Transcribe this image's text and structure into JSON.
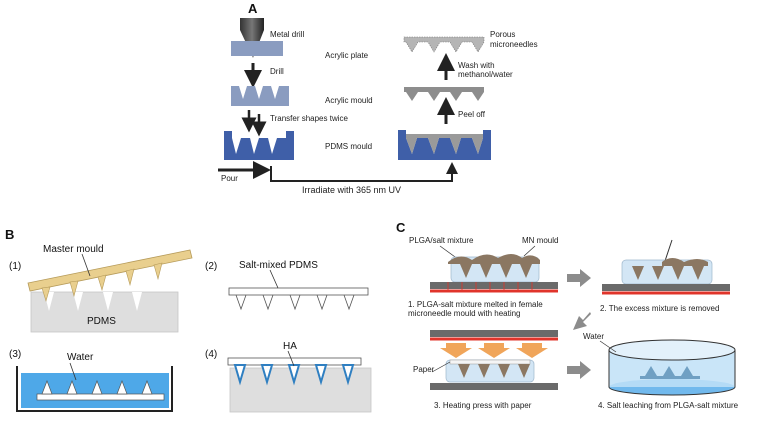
{
  "panel_a": {
    "letter": "A",
    "metal_drill": "Metal drill",
    "acrylic_plate": "Acrylic plate",
    "drill": "Drill",
    "acrylic_mould": "Acrylic mould",
    "transfer": "Transfer shapes twice",
    "pdms_mould": "PDMS mould",
    "pour": "Pour",
    "irradiate": "Irradiate with 365 nm UV",
    "peel_off": "Peel off",
    "wash_line1": "Wash with",
    "wash_line2": "methanol/water",
    "porous_line1": "Porous",
    "porous_line2": "microneedles"
  },
  "panel_b": {
    "letter": "B",
    "step1": "(1)",
    "master_mould": "Master mould",
    "pdms": "PDMS",
    "step2": "(2)",
    "salt_pdms": "Salt-mixed PDMS",
    "step3": "(3)",
    "water": "Water",
    "step4": "(4)",
    "ha": "HA"
  },
  "panel_c": {
    "letter": "C",
    "plga_salt": "PLGA/salt mixture",
    "mn_mould": "MN mould",
    "cap1_line1": "1. PLGA-salt mixture melted in female",
    "cap1_line2": "microneedle mould with heating",
    "cap2": "2. The excess mixture is removed",
    "paper": "Paper",
    "cap3": "3. Heating press with paper",
    "water": "Water",
    "cap4": "4. Salt leaching from PLGA-salt mixture"
  },
  "colors": {
    "acrylic": "#8a9cc0",
    "pdms_blue": "#3f5fa8",
    "grey_needle": "#8d8d8d",
    "tan_mould": "#e9cf8e",
    "pdms_grey": "#dedede",
    "water_blue": "#4ea8e8",
    "heater_red": "#e0342b",
    "arrow_orange": "#f0a55a",
    "plga_brown": "#8b7762",
    "mould_lightblue": "#d3e6f5"
  }
}
